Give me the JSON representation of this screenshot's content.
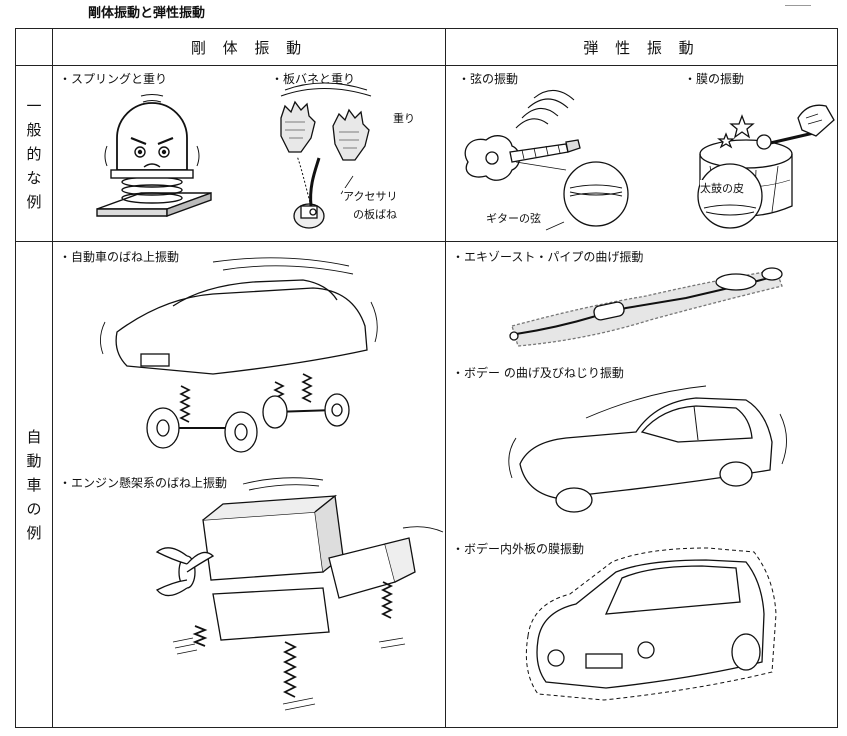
{
  "page_title": "剛体振動と弾性振動",
  "columns": {
    "rigid": "剛 体 振 動",
    "elastic": "弾 性 振 動"
  },
  "rows": {
    "general": "一般的な例",
    "automobile": "自動車の例"
  },
  "general": {
    "spring_weight": "・スプリングと重り",
    "leaf_spring_weight": "・板バネと重り",
    "weight_label": "重り",
    "accessory_label_1": "アクセサリ",
    "accessory_label_2": "の板ばね",
    "string_vibration": "・弦の振動",
    "membrane_vibration": "・膜の振動",
    "guitar_string_label": "ギターの弦",
    "drum_skin_label": "太鼓の皮"
  },
  "automobile": {
    "sprung_vibration": "・自動車のばね上振動",
    "engine_mount_vibration": "・エンジン懸架系のばね上振動",
    "exhaust_pipe_bending": "・エキゾースト・パイプの曲げ振動",
    "body_bending_torsion": "・ボデー の曲げ及びねじり振動",
    "body_panel_membrane": "・ボデー内外板の膜振動"
  }
}
